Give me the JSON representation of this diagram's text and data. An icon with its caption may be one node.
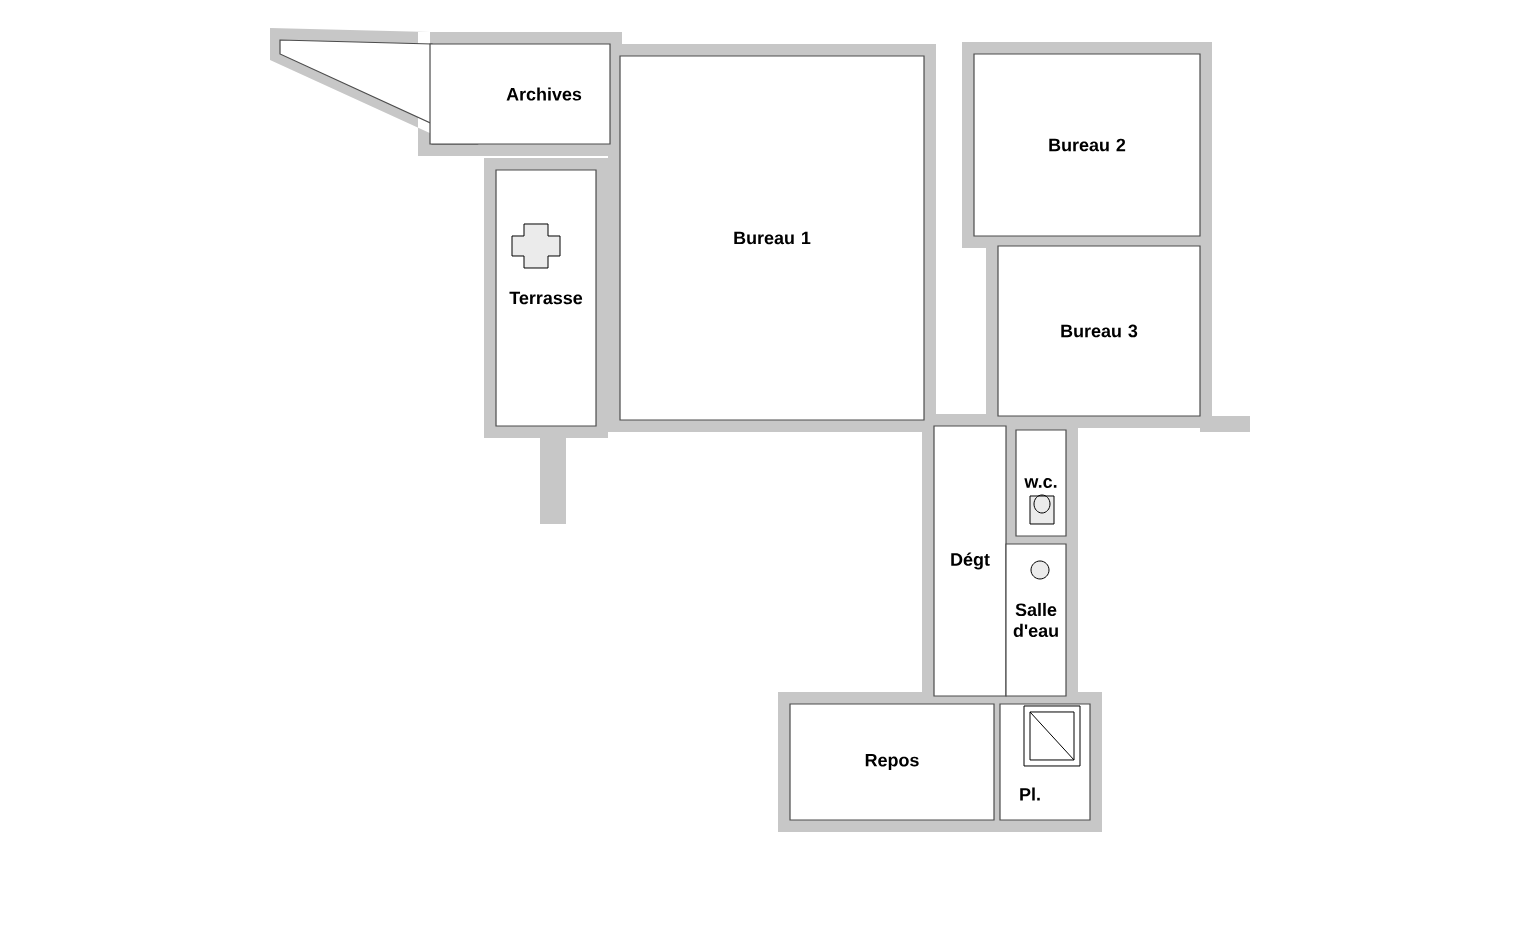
{
  "diagram": {
    "nodes": [
      {
        "text": [
          "Archives"
        ]
      },
      {
        "text": [
          "Bureau 2"
        ]
      },
      {
        "text": [
          "Terrasse"
        ]
      },
      {
        "text": [
          "Bureau 1"
        ]
      },
      {
        "text": [
          "Bureau 3"
        ]
      },
      {
        "text": [
          "w.c."
        ]
      },
      {
        "text": [
          "Dégt"
        ]
      },
      {
        "text": [
          "Salle d'eau"
        ]
      },
      {
        "text": [
          "Repos"
        ]
      },
      {
        "text": [
          "Pl."
        ]
      }
    ]
  }
}
